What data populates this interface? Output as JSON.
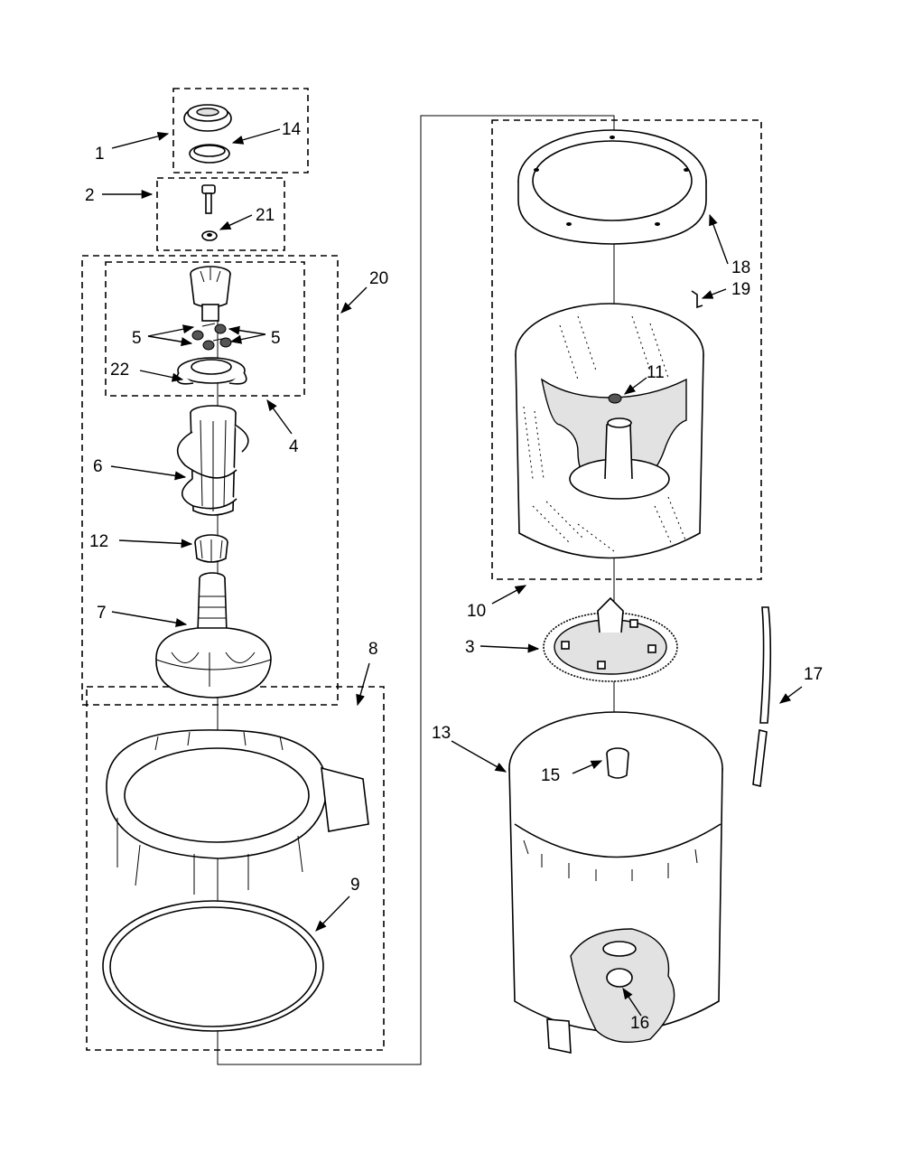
{
  "diagram": {
    "colors": {
      "ink": "#000000",
      "paper": "#ffffff",
      "shade": "#e2e2e2"
    },
    "callouts": {
      "c1": "1",
      "c2": "2",
      "c3": "3",
      "c4": "4",
      "c5a": "5",
      "c5b": "5",
      "c6": "6",
      "c7": "7",
      "c8": "8",
      "c9": "9",
      "c10": "10",
      "c11": "11",
      "c12": "12",
      "c13": "13",
      "c14": "14",
      "c15": "15",
      "c16": "16",
      "c17": "17",
      "c18": "18",
      "c19": "19",
      "c20": "20",
      "c21": "21",
      "c22": "22"
    }
  }
}
